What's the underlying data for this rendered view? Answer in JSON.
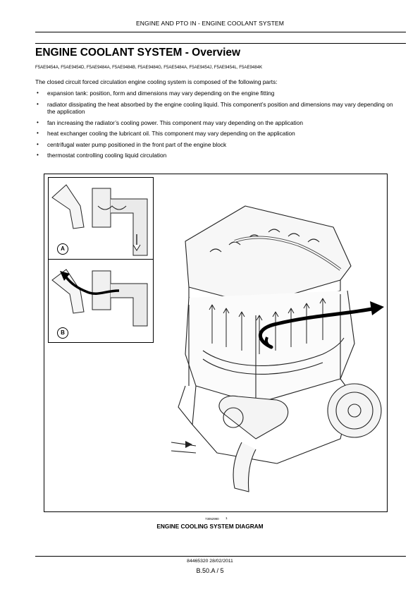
{
  "header": {
    "running_title": "ENGINE AND PTO IN - ENGINE COOLANT SYSTEM"
  },
  "section": {
    "title": "ENGINE COOLANT SYSTEM - Overview",
    "models": "F5AE9454A, F5AE9454D, F5AE9484A, F5AE9484B, F5AE9484G, F5AE5484A, F5AE9454J, F5AE9454L, F5AE9484K",
    "intro": "The closed circuit forced circulation engine cooling system is composed of the following parts:",
    "parts": [
      "expansion tank: position, form and dimensions may vary depending on the engine fitting",
      "radiator dissipating the heat absorbed by the engine cooling liquid.  This component’s position and dimensions may vary depending on the application",
      "fan increasing the radiator’s cooling power. This component may vary depending on the application",
      "heat exchanger cooling the lubricant oil. This component may vary depending on the application",
      "centrifugal water pump positioned in the front part of the engine block",
      "thermostat controlling cooling liquid circulation"
    ]
  },
  "figure": {
    "inset_labels": [
      "A",
      "B"
    ],
    "code": "73052990",
    "index": "1",
    "caption": "ENGINE COOLING SYSTEM DIAGRAM"
  },
  "footer": {
    "doc_ref": "84465320 28/02/2011",
    "page": "B.50.A / 5"
  }
}
